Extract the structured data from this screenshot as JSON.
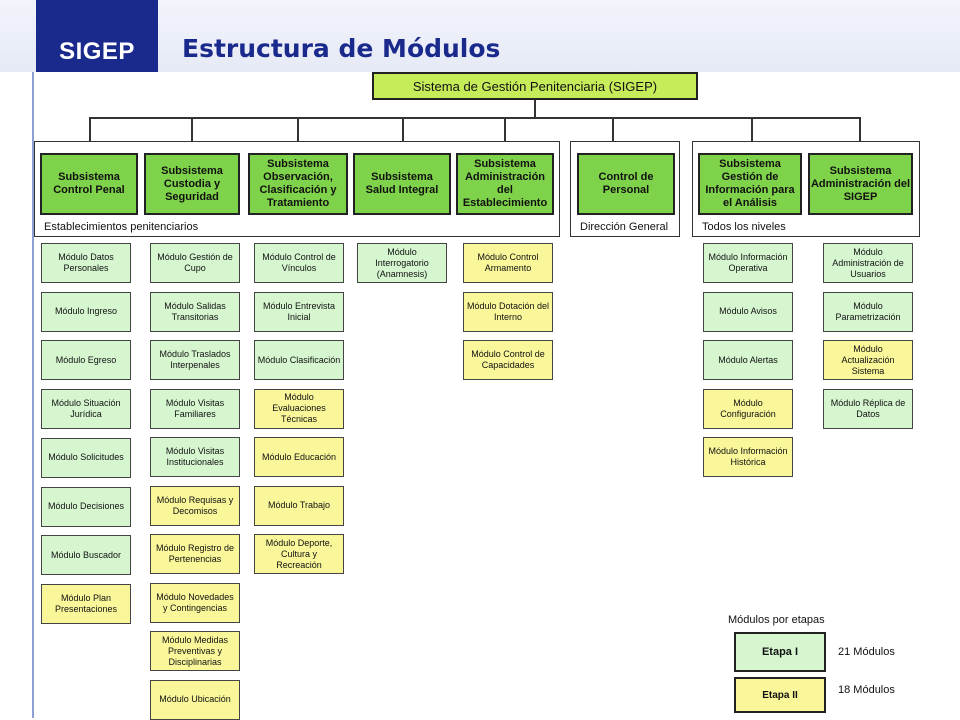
{
  "header": {
    "logo": "SIGEP",
    "title": "Estructura de Módulos"
  },
  "root": "Sistema de Gestión Penitenciaria (SIGEP)",
  "groups": [
    "Establecimientos penitenciarios",
    "Dirección General",
    "Todos los niveles"
  ],
  "subsystems": [
    "Subsistema Control Penal",
    "Subsistema Custodia y Seguridad",
    "Subsistema Observación, Clasificación y Tratamiento",
    "Subsistema Salud Integral",
    "Subsistema Administración del Establecimiento",
    "Control de Personal",
    "Subsistema Gestión de Información para el Análisis",
    "Subsistema Administración del SIGEP"
  ],
  "columns": [
    [
      {
        "label": "Módulo Datos Personales",
        "stage": 1
      },
      {
        "label": "Módulo Ingreso",
        "stage": 1
      },
      {
        "label": "Módulo Egreso",
        "stage": 1
      },
      {
        "label": "Módulo Situación Jurídica",
        "stage": 1
      },
      {
        "label": "Módulo Solicitudes",
        "stage": 1
      },
      {
        "label": "Módulo Decisiones",
        "stage": 1
      },
      {
        "label": "Módulo Buscador",
        "stage": 1
      },
      {
        "label": "Módulo Plan Presentaciones",
        "stage": 2
      }
    ],
    [
      {
        "label": "Módulo Gestión de Cupo",
        "stage": 1
      },
      {
        "label": "Módulo Salidas Transitorias",
        "stage": 1
      },
      {
        "label": "Módulo Traslados Interpenales",
        "stage": 1
      },
      {
        "label": "Módulo Visitas Familiares",
        "stage": 1
      },
      {
        "label": "Módulo Visitas Institucionales",
        "stage": 1
      },
      {
        "label": "Módulo Requisas y Decomisos",
        "stage": 2
      },
      {
        "label": "Módulo Registro de Pertenencias",
        "stage": 2
      },
      {
        "label": "Módulo Novedades y Contingencias",
        "stage": 2
      },
      {
        "label": "Módulo Medidas Preventivas y Disciplinarias",
        "stage": 2
      },
      {
        "label": "Módulo Ubicación",
        "stage": 2
      }
    ],
    [
      {
        "label": "Módulo Control de Vínculos",
        "stage": 1
      },
      {
        "label": "Módulo Entrevista Inicial",
        "stage": 1
      },
      {
        "label": "Módulo Clasificación",
        "stage": 1
      },
      {
        "label": "Módulo Evaluaciones Técnicas",
        "stage": 2
      },
      {
        "label": "Módulo Educación",
        "stage": 2
      },
      {
        "label": "Módulo Trabajo",
        "stage": 2
      },
      {
        "label": "Módulo Deporte, Cultura y Recreación",
        "stage": 2
      }
    ],
    [
      {
        "label": "Módulo Interrogatorio (Anamnesis)",
        "stage": 1
      }
    ],
    [
      {
        "label": "Módulo Control Armamento",
        "stage": 2
      },
      {
        "label": "Módulo Dotación del Interno",
        "stage": 2
      },
      {
        "label": "Módulo Control de Capacidades",
        "stage": 2
      }
    ],
    [],
    [
      {
        "label": "Módulo Información Operativa",
        "stage": 1
      },
      {
        "label": "Módulo Avisos",
        "stage": 1
      },
      {
        "label": "Módulo Alertas",
        "stage": 1
      },
      {
        "label": "Módulo Configuración",
        "stage": 2
      },
      {
        "label": "Módulo Información Histórica",
        "stage": 2
      }
    ],
    [
      {
        "label": "Módulo Administración de Usuarios",
        "stage": 1
      },
      {
        "label": "Módulo Parametrización",
        "stage": 1
      },
      {
        "label": "Módulo Actualización Sistema",
        "stage": 2
      },
      {
        "label": "Módulo Réplica de Datos",
        "stage": 1
      }
    ]
  ],
  "legend": {
    "title": "Módulos por etapas",
    "stage1_label": "Etapa I",
    "stage1_count": "21 Módulos",
    "stage2_label": "Etapa II",
    "stage2_count": "18 Módulos"
  },
  "colors": {
    "stage1": "#d6f6d0",
    "stage2": "#f9f79a",
    "subsystem": "#7fd34a",
    "root": "#c6ec5a",
    "brand": "#1a2a8c"
  }
}
